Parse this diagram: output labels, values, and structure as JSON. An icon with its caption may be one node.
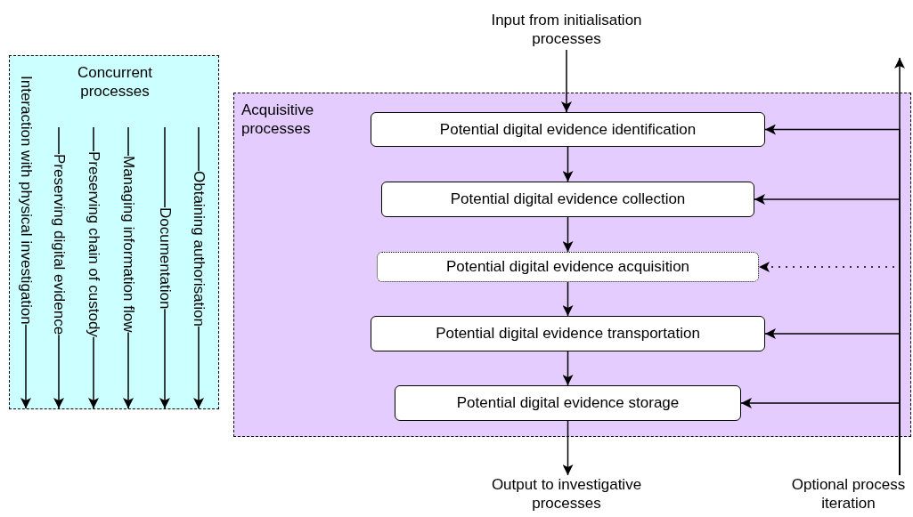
{
  "diagram": {
    "nodes": [
      {
        "text": [
          "Concurrent processes"
        ]
      },
      {
        "text": [
          "Interaction with physical investigation"
        ],
        "in": 0
      },
      {
        "text": [
          "Preserving digital evidence"
        ],
        "in": 0
      },
      {
        "text": [
          "Preserving chain of custody"
        ],
        "in": 0
      },
      {
        "text": [
          "Managing information flow"
        ],
        "in": 0
      },
      {
        "text": [
          "Documentation"
        ],
        "in": 0
      },
      {
        "text": [
          "Obtaining authorisation"
        ],
        "in": 0
      },
      {
        "text": [
          "Acquisitive processes"
        ]
      },
      {
        "text": [
          "Potential digital evidence identification"
        ],
        "in": 7
      },
      {
        "text": [
          "Potential digital evidence collection"
        ],
        "in": 7
      },
      {
        "text": [
          "Potential digital evidence acquisition"
        ],
        "in": 7
      },
      {
        "text": [
          "Potential digital evidence transportation"
        ],
        "in": 7
      },
      {
        "text": [
          "Potential digital evidence storage"
        ],
        "in": 7
      },
      {
        "text": [
          "Input from initialisation processes"
        ]
      },
      {
        "text": [
          "Output to investigative processes"
        ]
      },
      {
        "text": [
          "Optional process iteration"
        ]
      }
    ],
    "edges": [
      {
        "from": 1,
        "to": null,
        "arrow": "to"
      },
      {
        "from": null,
        "to": 2,
        "arrow": "none"
      },
      {
        "from": 2,
        "to": null,
        "arrow": "to"
      },
      {
        "from": null,
        "to": 3,
        "arrow": "none"
      },
      {
        "from": 3,
        "to": null,
        "arrow": "to"
      },
      {
        "from": null,
        "to": 4,
        "arrow": "none"
      },
      {
        "from": 4,
        "to": null,
        "arrow": "to"
      },
      {
        "from": null,
        "to": 5,
        "arrow": "none"
      },
      {
        "from": 5,
        "to": null,
        "arrow": "to"
      },
      {
        "from": null,
        "to": 6,
        "arrow": "none"
      },
      {
        "from": 6,
        "to": null,
        "arrow": "to"
      },
      {
        "from": 13,
        "to": 8,
        "arrow": "to"
      },
      {
        "from": 8,
        "to": 9,
        "arrow": "to"
      },
      {
        "from": 9,
        "to": 10,
        "arrow": "to"
      },
      {
        "from": 10,
        "to": 11,
        "arrow": "to"
      },
      {
        "from": 11,
        "to": 12,
        "arrow": "to"
      },
      {
        "from": 12,
        "to": 14,
        "arrow": "to"
      },
      {
        "from": 15,
        "to": null,
        "arrow": "to"
      },
      {
        "from": 15,
        "to": 8,
        "arrow": "to"
      },
      {
        "from": 15,
        "to": 9,
        "arrow": "to"
      },
      {
        "from": 15,
        "to": 10,
        "arrow": "to",
        "style": "dashed"
      },
      {
        "from": 15,
        "to": 11,
        "arrow": "to"
      },
      {
        "from": 15,
        "to": 12,
        "arrow": "to"
      }
    ]
  }
}
